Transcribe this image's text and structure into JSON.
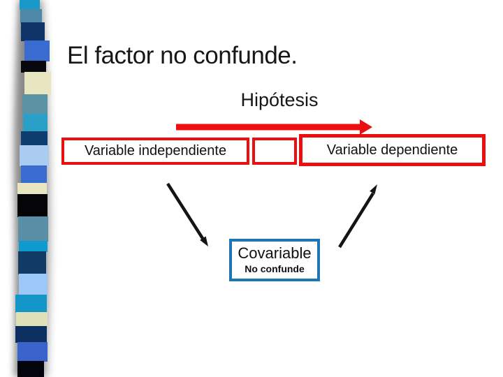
{
  "slide": {
    "title": "El factor no confunde.",
    "subtitle": "Hipótesis",
    "diagram": {
      "independent_box": "Variable independiente",
      "middle_box": "",
      "dependent_box": "Variable dependiente",
      "covariable_box": "Covariable",
      "covariable_note": "No confunde"
    }
  },
  "colors": {
    "red": "#ED0F0F",
    "blue": "#1B76B3",
    "ink": "#141414",
    "shadow": "#6E6E6E"
  },
  "ribbon": {
    "stripes": [
      {
        "c": "#1899C9",
        "x": 28,
        "w": 29,
        "h": 13
      },
      {
        "c": "#4E88A8",
        "x": 29,
        "w": 31,
        "h": 19
      },
      {
        "c": "#0E3468",
        "x": 30,
        "w": 34,
        "h": 26
      },
      {
        "c": "#3A6BD0",
        "x": 35,
        "w": 36,
        "h": 29
      },
      {
        "c": "#06080E",
        "x": 30,
        "w": 36,
        "h": 16
      },
      {
        "c": "#E8E6C0",
        "x": 35,
        "w": 38,
        "h": 32
      },
      {
        "c": "#5B93A4",
        "x": 32,
        "w": 36,
        "h": 28
      },
      {
        "c": "#2AA0C8",
        "x": 33,
        "w": 35,
        "h": 25
      },
      {
        "c": "#0E3E70",
        "x": 30,
        "w": 38,
        "h": 20
      },
      {
        "c": "#AACCF0",
        "x": 28,
        "w": 42,
        "h": 29
      },
      {
        "c": "#3A6BD0",
        "x": 30,
        "w": 37,
        "h": 25
      },
      {
        "c": "#E8E6C0",
        "x": 25,
        "w": 42,
        "h": 16
      },
      {
        "c": "#050508",
        "x": 25,
        "w": 43,
        "h": 32
      },
      {
        "c": "#5A8FA8",
        "x": 26,
        "w": 43,
        "h": 35
      },
      {
        "c": "#0F9AD0",
        "x": 27,
        "w": 41,
        "h": 15
      },
      {
        "c": "#113A66",
        "x": 26,
        "w": 40,
        "h": 32
      },
      {
        "c": "#9CC8F8",
        "x": 27,
        "w": 41,
        "h": 30
      },
      {
        "c": "#1496C8",
        "x": 22,
        "w": 45,
        "h": 25
      },
      {
        "c": "#E0E0B8",
        "x": 23,
        "w": 45,
        "h": 20
      },
      {
        "c": "#0C3060",
        "x": 22,
        "w": 45,
        "h": 23
      },
      {
        "c": "#3A64CC",
        "x": 25,
        "w": 43,
        "h": 27
      },
      {
        "c": "#04040C",
        "x": 25,
        "w": 38,
        "h": 23
      }
    ]
  }
}
